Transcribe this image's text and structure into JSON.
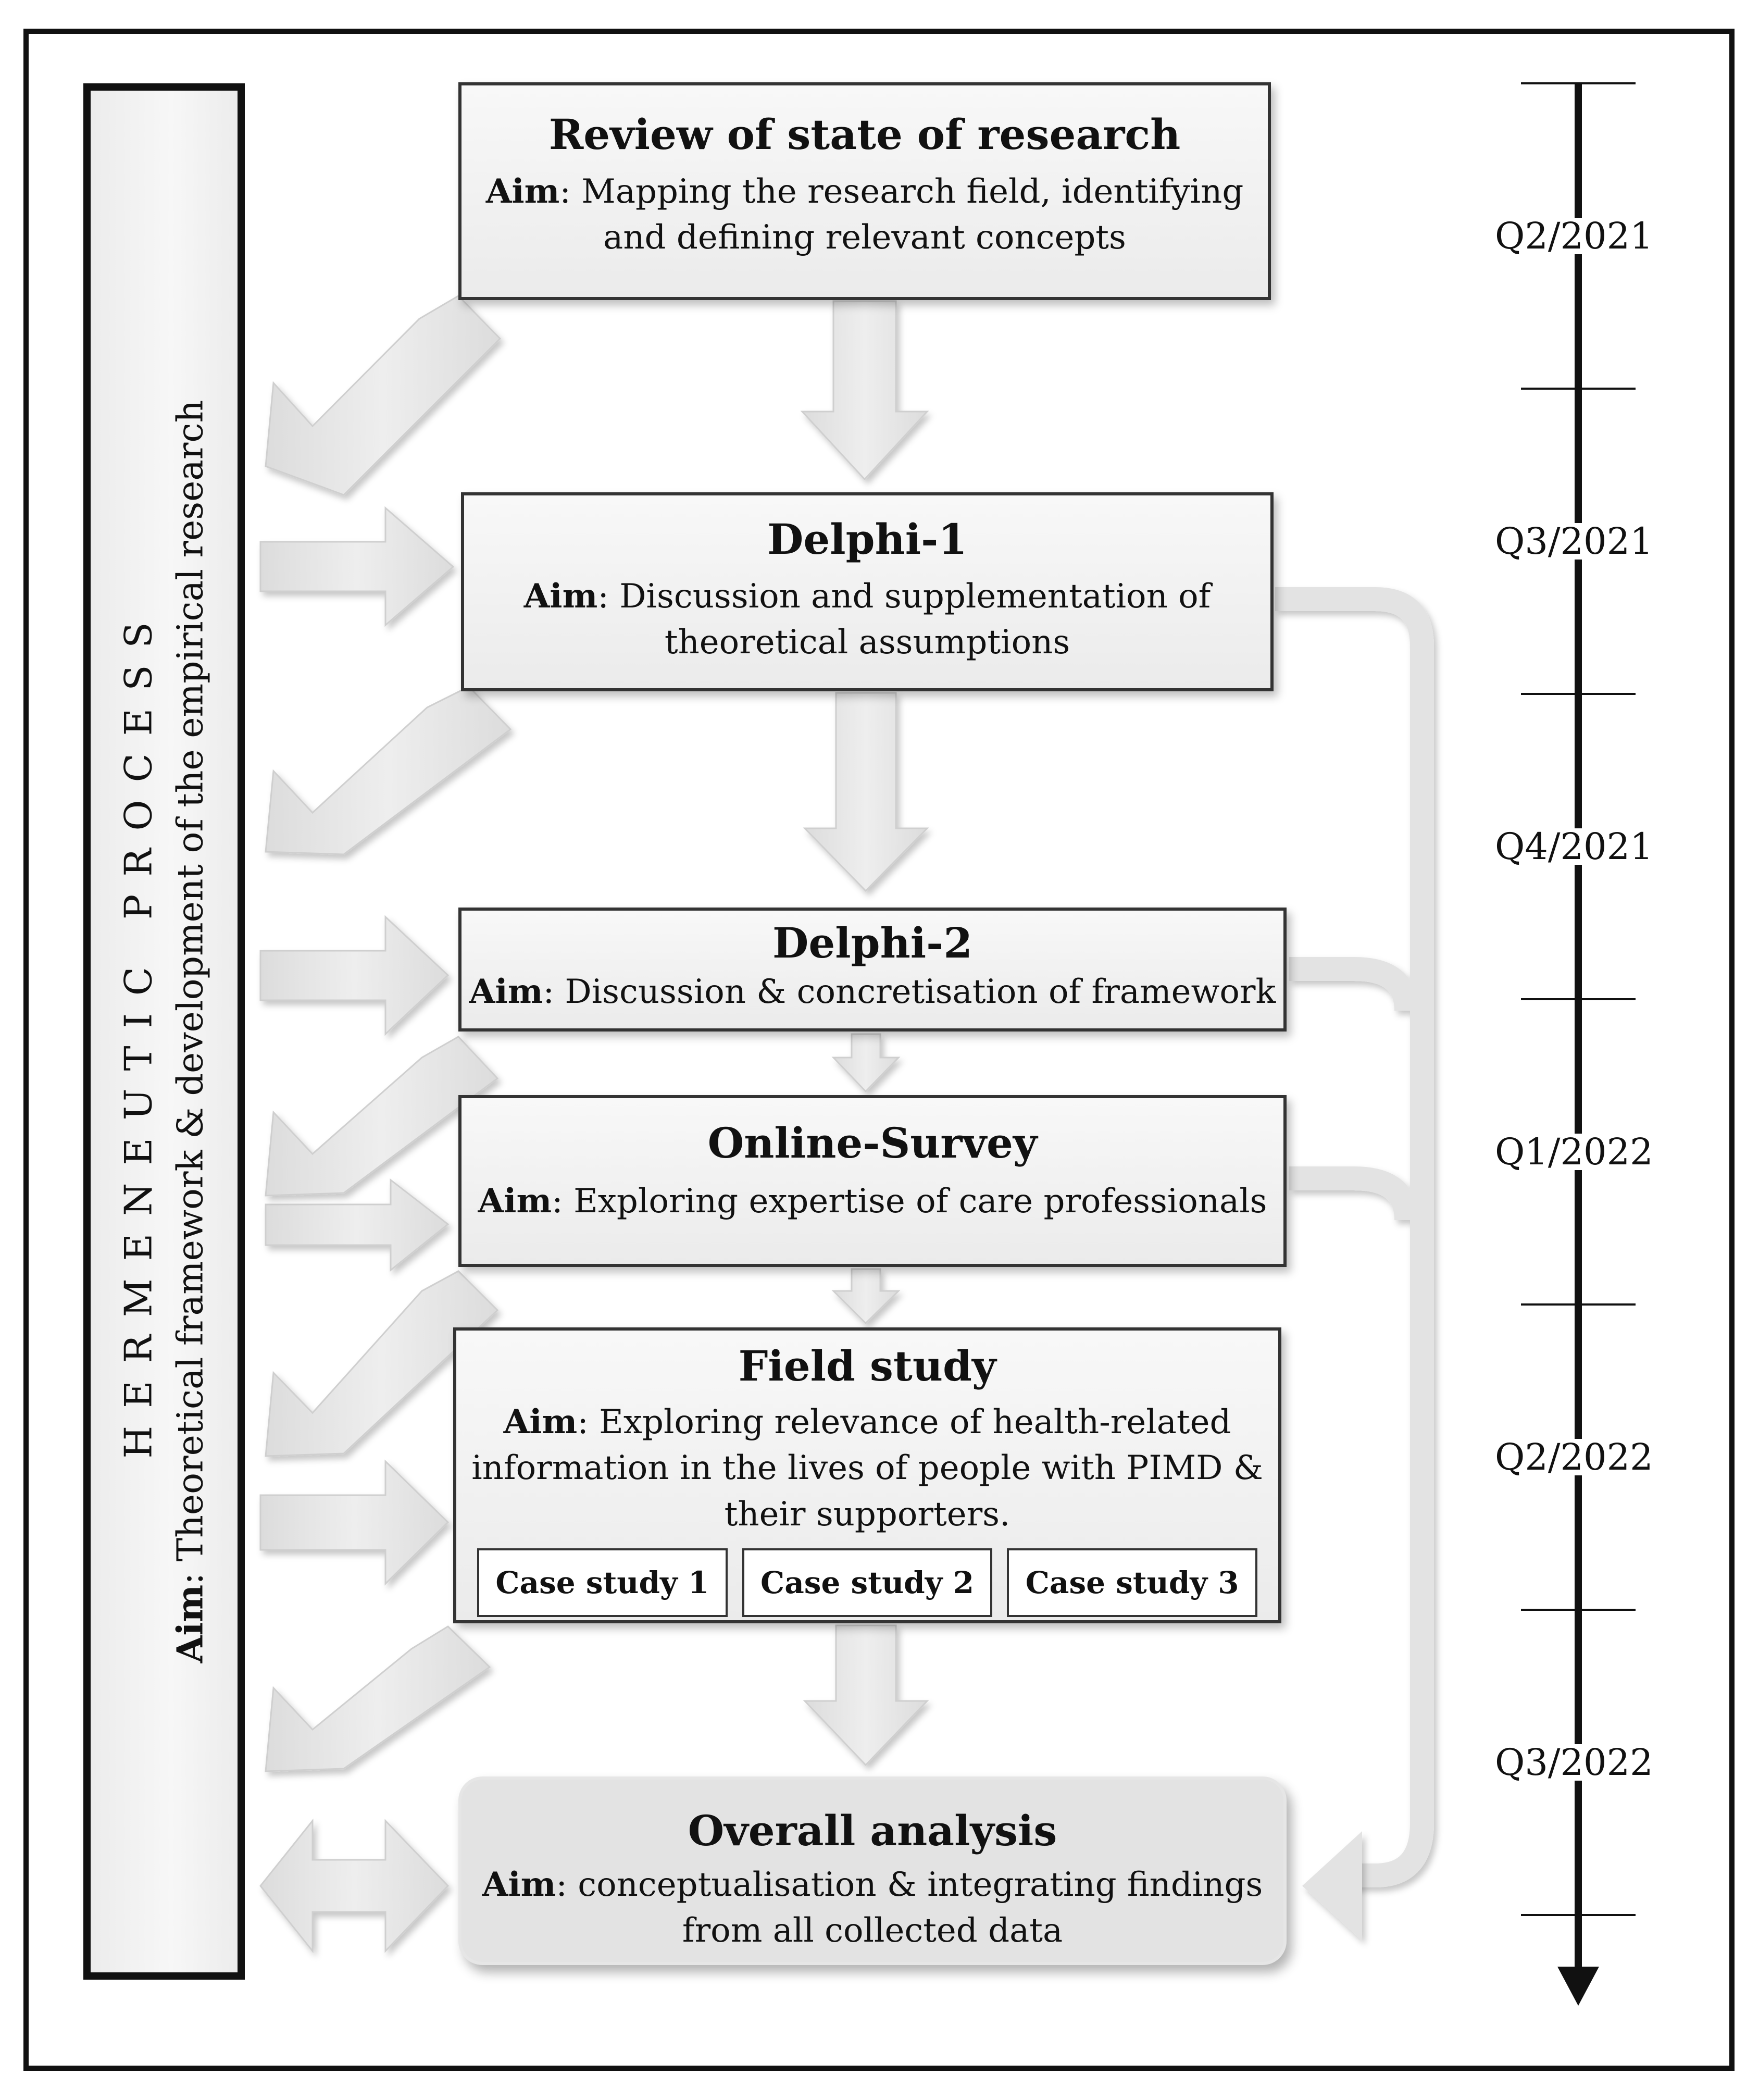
{
  "side_panel": {
    "title": "HERMENEUTIC PROCESS",
    "aim_label": "Aim",
    "aim_text": ": Theoretical framework & development of the empirical research"
  },
  "steps": [
    {
      "title": "Review of state of research",
      "aim_label": "Aim",
      "aim_text": ": Mapping the research field, identifying and defining relevant concepts"
    },
    {
      "title": "Delphi-1",
      "aim_label": "Aim",
      "aim_text": ": Discussion and supplementation of theoretical assumptions"
    },
    {
      "title": "Delphi-2",
      "aim_label": "Aim",
      "aim_text": ": Discussion & concretisation of framework"
    },
    {
      "title": "Online-Survey",
      "aim_label": "Aim",
      "aim_text": ": Exploring expertise of care professionals"
    },
    {
      "title": "Field study",
      "aim_label": "Aim",
      "aim_text": ": Exploring relevance of health-related information in the lives of people with PIMD & their supporters.",
      "cases": [
        "Case study 1",
        "Case study 2",
        "Case study 3"
      ]
    },
    {
      "title": "Overall analysis",
      "aim_label": "Aim",
      "aim_text": ": conceptualisation & integrating findings from all collected data"
    }
  ],
  "timeline": {
    "quarters": [
      "Q2/2021",
      "Q3/2021",
      "Q4/2021",
      "Q1/2022",
      "Q2/2022",
      "Q3/2022"
    ]
  }
}
